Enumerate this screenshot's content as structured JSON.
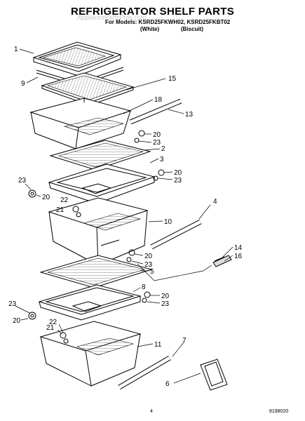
{
  "header": {
    "title": "REFRIGERATOR SHELF PARTS",
    "models_line": "For Models: KSRD25FKWH02, KSRD25FKBT02",
    "color_white": "(White)",
    "color_biscuit": "(Biscuit)",
    "watermark": "AppliancePartsPros.com"
  },
  "footer": {
    "page_number": "4",
    "doc_number": "8198020"
  },
  "callouts": {
    "c1": "1",
    "c9": "9",
    "c15": "15",
    "c18": "18",
    "c13": "13",
    "c20a": "20",
    "c23a": "23",
    "c2": "2",
    "c3": "3",
    "c20b": "20",
    "c23b": "23",
    "c23c": "23",
    "c20c": "20",
    "c22a": "22",
    "c21a": "21",
    "c4": "4",
    "c10": "10",
    "c20d": "20",
    "c23d": "23",
    "c14": "14",
    "c16": "16",
    "c5": "5",
    "c8": "8",
    "c20e": "20",
    "c23e": "23",
    "c23f": "23",
    "c20f": "20",
    "c21b": "21",
    "c22b": "22",
    "c11": "11",
    "c7": "7",
    "c6": "6"
  }
}
